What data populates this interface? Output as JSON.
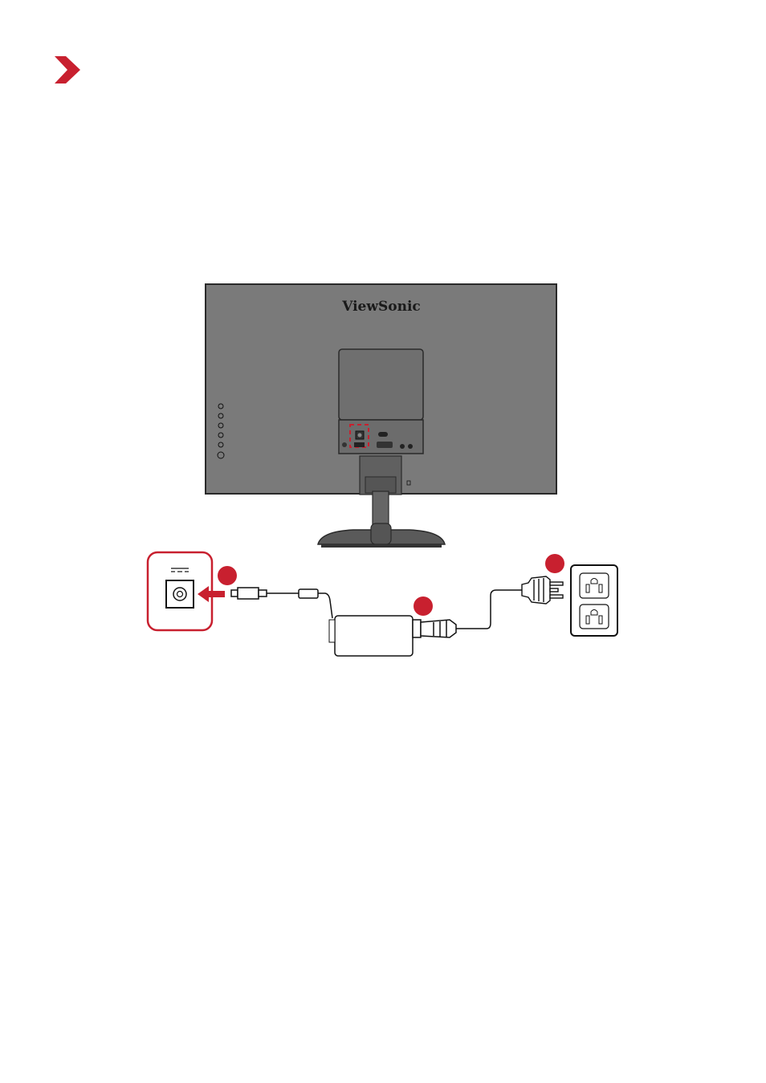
{
  "page": {
    "background": "#ffffff",
    "accent_color": "#c8202f",
    "section_marker_icon": "chevron-right-icon"
  },
  "monitor": {
    "brand_logo_text": "ViewSonic",
    "body_color": "#7a7a7a",
    "osd_buttons": 6,
    "highlighted_port": "dc-in-port"
  },
  "connection_steps": {
    "step_markers": 3,
    "marker_color": "#c8202f",
    "icons": [
      "dc-jack-icon",
      "dc-symbol-icon",
      "arrow-left-icon",
      "power-adapter-icon",
      "power-plug-icon",
      "wall-outlet-icon"
    ]
  }
}
